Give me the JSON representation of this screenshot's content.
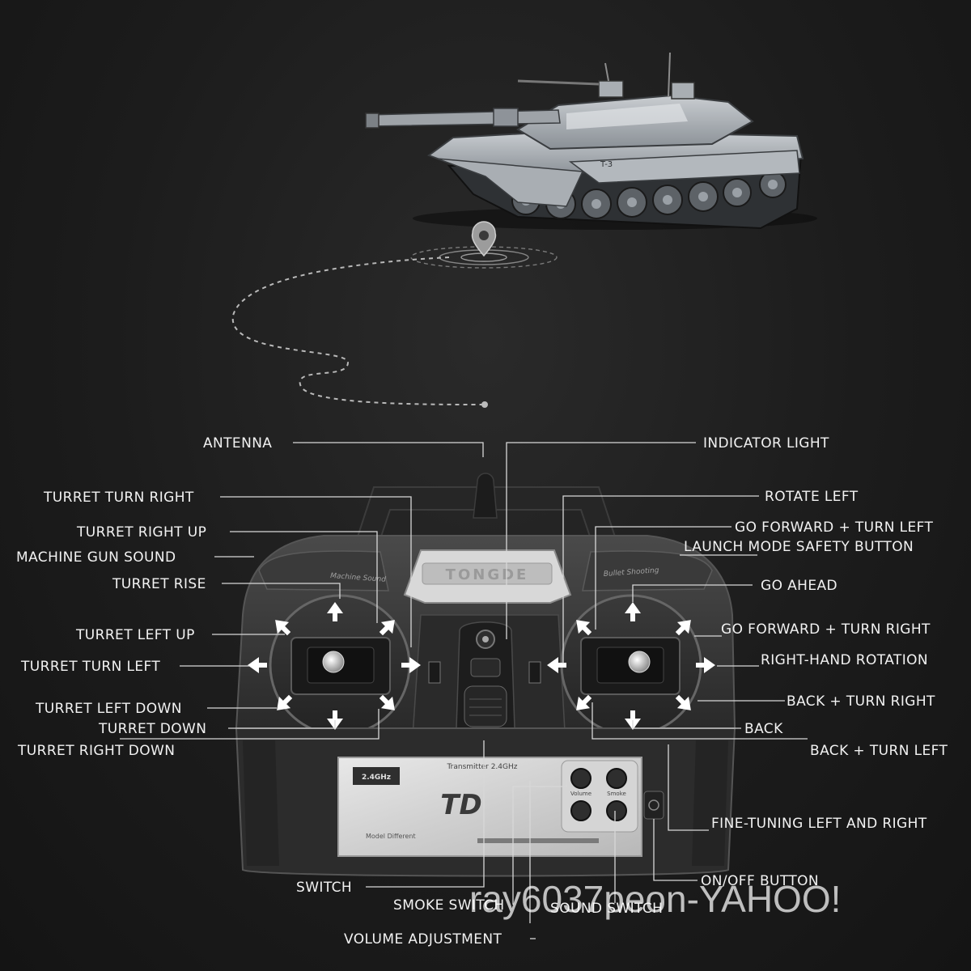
{
  "labels": {
    "antenna": "ANTENNA",
    "indicator_light": "INDICATOR LIGHT",
    "turret_turn_right": "TURRET TURN RIGHT",
    "rotate_left": "ROTATE LEFT",
    "turret_right_up": "TURRET RIGHT UP",
    "go_forward_turn_left": "GO FORWARD + TURN LEFT",
    "machine_gun_sound": "MACHINE GUN SOUND",
    "launch_mode_safety_button": "LAUNCH MODE SAFETY BUTTON",
    "turret_rise": "TURRET RISE",
    "go_ahead": "GO AHEAD",
    "turret_left_up": "TURRET LEFT UP",
    "go_forward_turn_right": "GO FORWARD + TURN RIGHT",
    "turret_turn_left": "TURRET TURN LEFT",
    "right_hand_rotation": "RIGHT-HAND ROTATION",
    "turret_left_down": "TURRET LEFT DOWN",
    "back_turn_right": "BACK + TURN RIGHT",
    "turret_down": "TURRET DOWN",
    "back": "BACK",
    "turret_right_down": "TURRET RIGHT DOWN",
    "back_turn_left": "BACK + TURN LEFT",
    "fine_tuning": "FINE-TUNING LEFT AND RIGHT",
    "switch": "SWITCH",
    "on_off_button": "ON/OFF BUTTON",
    "smoke_switch": "SMOKE SWITCH",
    "sound_switch": "SOUND SWITCH",
    "volume_adjustment": "VOLUME ADJUSTMENT"
  },
  "device_text": {
    "brand": "TONGDE",
    "left_panel": "Machine Sound",
    "right_panel": "Bullet Shooting",
    "freq_badge": "2.4GHz",
    "transmitter": "Transmitter 2.4GHz",
    "logo": "TD",
    "model_line": "Model Different",
    "btn_volume": "Volume",
    "btn_smoke": "Smoke"
  },
  "tank": {
    "marking": "T-3"
  },
  "watermark": "ray6037peon-YAHOO!"
}
